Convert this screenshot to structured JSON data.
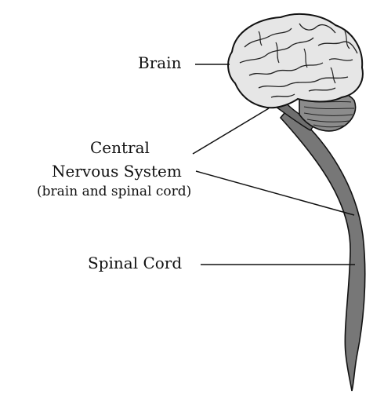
{
  "labels": {
    "brain": "Brain",
    "cns_line1": "Central",
    "cns_line2": "Nervous System",
    "cns_line3": "(brain and spinal cord)",
    "spinal_cord": "Spinal Cord"
  },
  "colors": {
    "outline": "#111111",
    "cerebrum_fill": "#e6e6e6",
    "cerebellum_fill": "#8c8c8c",
    "cord_fill": "#777777",
    "background": "#ffffff"
  }
}
